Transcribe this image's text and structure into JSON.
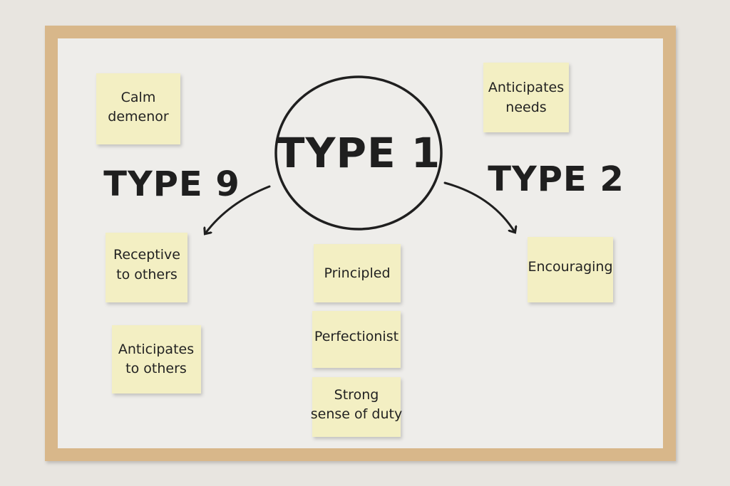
{
  "board": {
    "center_label": "TYPE 1",
    "left_label": "TYPE 9",
    "right_label": "TYPE 2"
  },
  "notes": {
    "calm": [
      "Calm",
      "demenor"
    ],
    "anticipates_needs": [
      "Anticipates",
      "needs"
    ],
    "receptive": [
      "Receptive",
      "to others"
    ],
    "anticipates_others": [
      "Anticipates",
      "to others"
    ],
    "principled": [
      "Principled"
    ],
    "perfectionist": [
      "Perfectionist"
    ],
    "duty": [
      "Strong",
      "sense of duty"
    ],
    "encouraging": [
      "Encouraging"
    ]
  },
  "colors": {
    "wall": "#e8e5e0",
    "frame": "#d8b78a",
    "board": "#eeedea",
    "sticky_note": "#f3efc3",
    "ink": "#1f1f1f"
  }
}
